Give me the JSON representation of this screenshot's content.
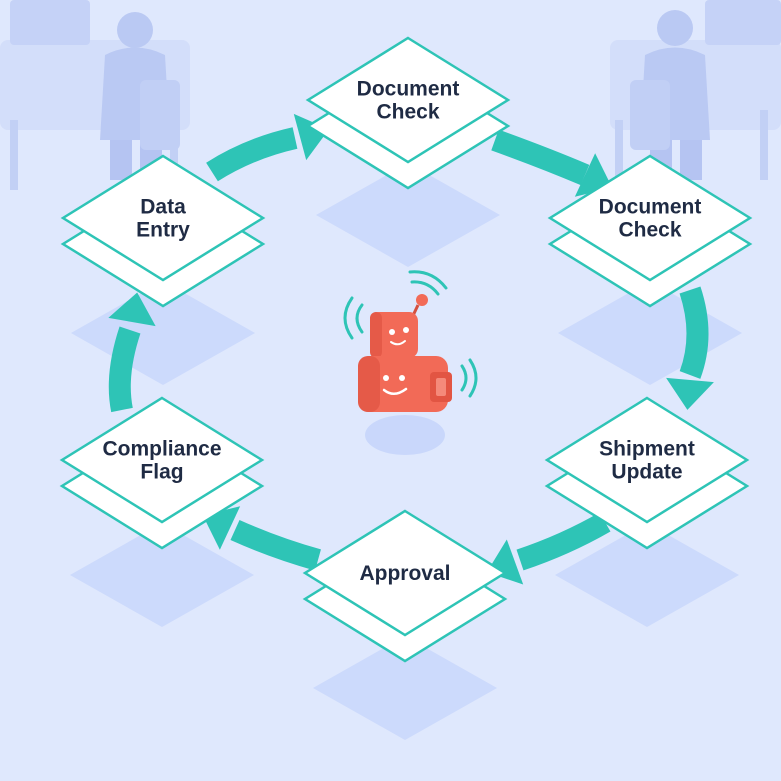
{
  "colors": {
    "background": "#dfe8fd",
    "arrow": "#2ec4b6",
    "node_fill": "#ffffff",
    "node_border": "#2ec4b6",
    "node_text": "#1f2b44",
    "shadow": "#c9d7fb",
    "robot": "#f26a57",
    "decor": "#c5d2f7"
  },
  "diagram": {
    "nodes": [
      {
        "id": "document-check-top",
        "lines": [
          "Document",
          "Check"
        ]
      },
      {
        "id": "document-check-right",
        "lines": [
          "Document",
          "Check"
        ]
      },
      {
        "id": "shipment-update",
        "lines": [
          "Shipment",
          "Update"
        ]
      },
      {
        "id": "approval",
        "lines": [
          "Approval"
        ]
      },
      {
        "id": "compliance-flag",
        "lines": [
          "Compliance",
          "Flag"
        ]
      },
      {
        "id": "data-entry",
        "lines": [
          "Data",
          "Entry"
        ]
      }
    ],
    "center_icon": "robot-icon",
    "background_icons": [
      "office-worker-icon",
      "office-worker-icon"
    ]
  }
}
